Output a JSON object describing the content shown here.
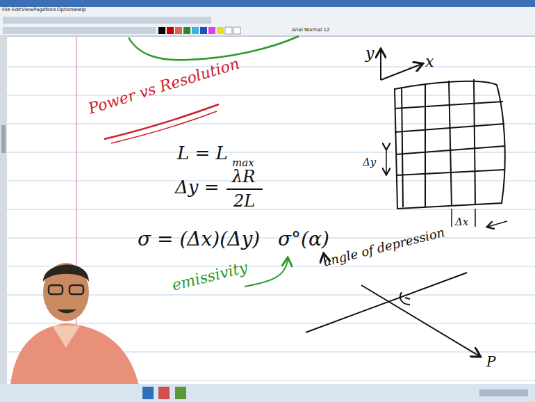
{
  "diagram": {
    "labels": [
      "File",
      "Edit",
      "View",
      "Page",
      "Tools",
      "Options",
      "Help",
      "Arial Normal 12",
      "Power vs Resolution",
      "L = L",
      "max",
      "Δy =",
      "λR",
      "2L",
      "σ = (Δx)(Δy)",
      "σ°(α)",
      "emissivity",
      "angle of depression",
      "y",
      "x",
      "Δy",
      "Δx",
      "P"
    ]
  }
}
